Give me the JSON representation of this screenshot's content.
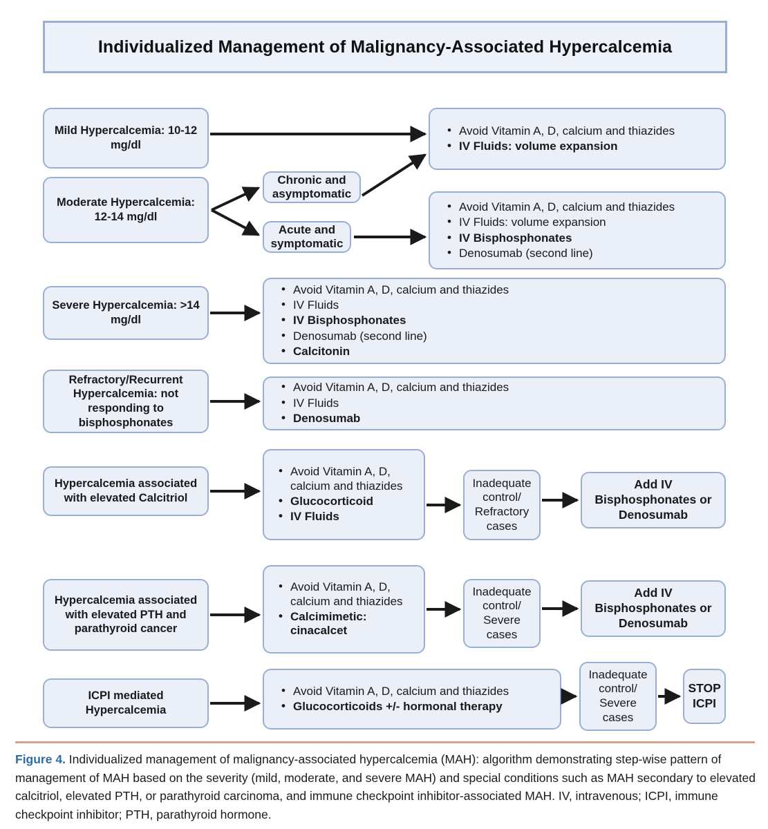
{
  "figure": {
    "title": "Individualized Management of Malignancy-Associated Hypercalcemia",
    "caption_label": "Figure 4.",
    "caption_text": " Individualized management of malignancy-associated hypercalcemia (MAH): algorithm demonstrating step-wise pattern of management of MAH based on the severity (mild, moderate, and severe MAH) and special conditions such as MAH secondary to elevated calcitriol, elevated PTH, or parathyroid carcinoma, and immune checkpoint inhibitor-associated MAH. IV, intravenous; ICPI, immune checkpoint inhibitor; PTH, parathyroid hormone."
  },
  "colors": {
    "node_fill": "#eaeff8",
    "node_border": "#9aaed4",
    "arrow": "#1a1a1a",
    "figlabel": "#2e6ca4",
    "rule": "#d7a08c"
  },
  "nodes": {
    "mild": "Mild Hypercalcemia: 10-12 mg/dl",
    "moderate": "Moderate Hypercalcemia: 12-14 mg/dl",
    "chronic": "Chronic and asymptomatic",
    "acute": "Acute and symptomatic",
    "severe": "Severe Hypercalcemia: >14 mg/dl",
    "refractory": "Refractory/Recurrent Hypercalcemia: not responding to bisphosphonates",
    "calcitriol": "Hypercalcemia associated with elevated Calcitriol",
    "pth": "Hypercalcemia associated with elevated PTH and parathyroid cancer",
    "icpi": "ICPI mediated Hypercalcemia",
    "inadequate_refractory": "Inadequate control/ Refractory cases",
    "inadequate_severe_1": "Inadequate control/ Severe cases",
    "inadequate_severe_2": "Inadequate control/ Severe cases",
    "add_bisphos_1": "Add IV Bisphosphonates or Denosumab",
    "add_bisphos_2": "Add IV Bisphosphonates or Denosumab",
    "stop_icpi": "STOP ICPI"
  },
  "treatments": {
    "mild": [
      {
        "text": "Avoid Vitamin A, D, calcium and thiazides",
        "bold": false
      },
      {
        "text": "IV Fluids: volume expansion",
        "bold": true
      }
    ],
    "moderate_acute": [
      {
        "text": "Avoid Vitamin A, D, calcium and thiazides",
        "bold": false
      },
      {
        "text": "IV Fluids: volume expansion",
        "bold": false
      },
      {
        "text": "IV Bisphosphonates",
        "bold": true
      },
      {
        "text": "Denosumab (second line)",
        "bold": false
      }
    ],
    "severe": [
      {
        "text": "Avoid Vitamin A, D, calcium and thiazides",
        "bold": false
      },
      {
        "text": "IV Fluids",
        "bold": false
      },
      {
        "text": "IV Bisphosphonates",
        "bold": true
      },
      {
        "text": "Denosumab (second line)",
        "bold": false
      },
      {
        "text": "Calcitonin",
        "bold": true
      }
    ],
    "refractory": [
      {
        "text": "Avoid Vitamin A, D, calcium and thiazides",
        "bold": false
      },
      {
        "text": "IV Fluids",
        "bold": false
      },
      {
        "text": "Denosumab",
        "bold": true
      }
    ],
    "calcitriol": [
      {
        "text": "Avoid Vitamin A, D, calcium and thiazides",
        "bold": false
      },
      {
        "text": "Glucocorticoid",
        "bold": true
      },
      {
        "text": "IV Fluids",
        "bold": true
      }
    ],
    "pth": [
      {
        "text": "Avoid Vitamin A, D, calcium and thiazides",
        "bold": false
      },
      {
        "text": "Calcimimetic: cinacalcet",
        "bold": true
      }
    ],
    "icpi": [
      {
        "text": "Avoid Vitamin A, D, calcium and thiazides",
        "bold": false
      },
      {
        "text": "Glucocorticoids +/- hormonal therapy",
        "bold": true
      }
    ]
  }
}
